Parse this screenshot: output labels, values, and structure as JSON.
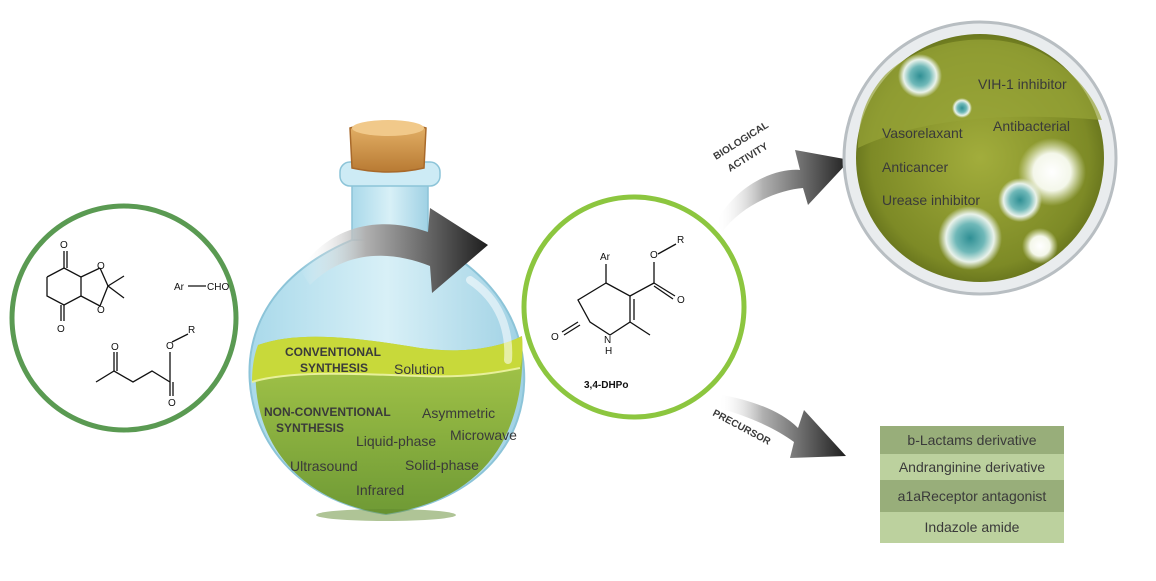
{
  "reagents": {
    "aldehyde_ar": "Ar",
    "aldehyde_cho": "CHO",
    "meldrum_o1": "O",
    "meldrum_o2": "O",
    "meldrum_o3": "O",
    "meldrum_o4": "O",
    "ketoester_o1": "O",
    "ketoester_o2": "O",
    "ketoester_o3": "O",
    "ketoester_r": "R"
  },
  "flask": {
    "conventional_line1": "CONVENTIONAL",
    "conventional_line2": "SYNTHESIS",
    "solution": "Solution",
    "nonconv_line1": "NON-CONVENTIONAL",
    "nonconv_line2": "SYNTHESIS",
    "asymmetric": "Asymmetric",
    "liquid_phase": "Liquid-phase",
    "microwave": "Microwave",
    "ultrasound": "Ultrasound",
    "solid_phase": "Solid-phase",
    "infrared": "Infrared"
  },
  "product": {
    "ar": "Ar",
    "o_ester": "O",
    "r": "R",
    "o_carbonyl": "O",
    "o_lactam": "O",
    "nh_n": "N",
    "nh_h": "H",
    "name": "3,4-DHPo"
  },
  "arrows": {
    "biological_line1": "BIOLOGICAL",
    "biological_line2": "ACTIVITY",
    "precursor": "PRECURSOR"
  },
  "activities": {
    "vih": "VIH-1 inhibitor",
    "vasorelaxant": "Vasorelaxant",
    "antibacterial": "Antibacterial",
    "anticancer": "Anticancer",
    "urease": "Urease inhibitor"
  },
  "precursors": [
    "b-Lactams derivative",
    "Andranginine derivative",
    "a1aReceptor antagonist",
    "Indazole  amide"
  ],
  "colors": {
    "green_ring": "#5a9a52",
    "light_green_ring": "#8cc63f",
    "liquid_dark": "#8fb53c",
    "liquid_light": "#c9d93a",
    "glass": "#bfe3ef",
    "cork": "#c98e45",
    "dish": "#7f8f2a",
    "box_dark": "#98ae7a",
    "box_light": "#bcd19e"
  }
}
